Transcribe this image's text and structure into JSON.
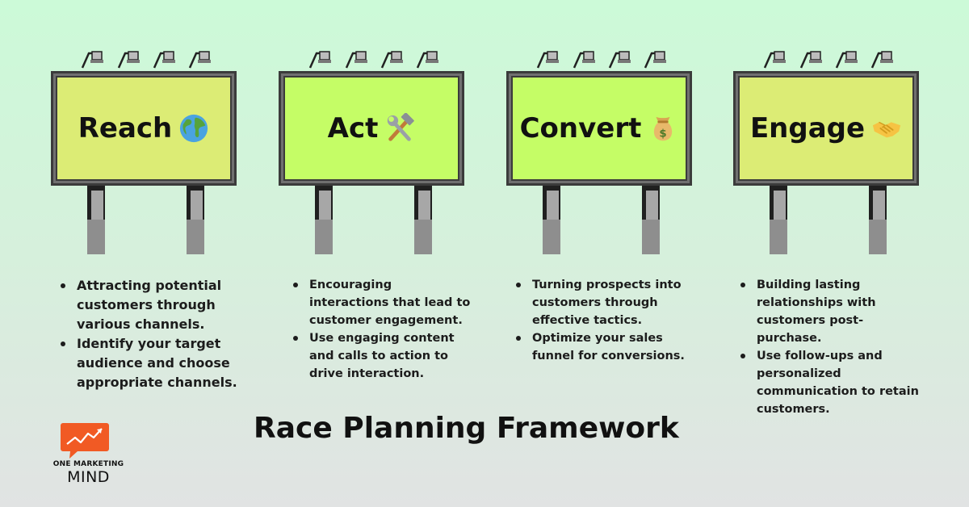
{
  "title": "Race Planning Framework",
  "brand": {
    "line1": "ONE MARKETING",
    "line2": "MIND"
  },
  "stages": [
    {
      "label": "Reach",
      "icon": "globe-icon",
      "screen_color": "#dcec75",
      "bullets": [
        "Attracting potential customers through various channels.",
        "Identify your target audience and choose appropriate channels."
      ]
    },
    {
      "label": "Act",
      "icon": "hammer-wrench-icon",
      "screen_color": "#c5fd66",
      "bullets": [
        "Encouraging interactions that lead to customer engagement.",
        "Use engaging content and calls to action to drive interaction."
      ]
    },
    {
      "label": "Convert",
      "icon": "money-bag-icon",
      "screen_color": "#c5fd66",
      "bullets": [
        "Turning prospects into customers through effective tactics.",
        "Optimize your sales funnel for conversions."
      ]
    },
    {
      "label": "Engage",
      "icon": "handshake-icon",
      "screen_color": "#dcec75",
      "bullets": [
        "Building lasting relationships with customers post-purchase.",
        "Use follow-ups and personalized communication to retain customers."
      ]
    }
  ]
}
